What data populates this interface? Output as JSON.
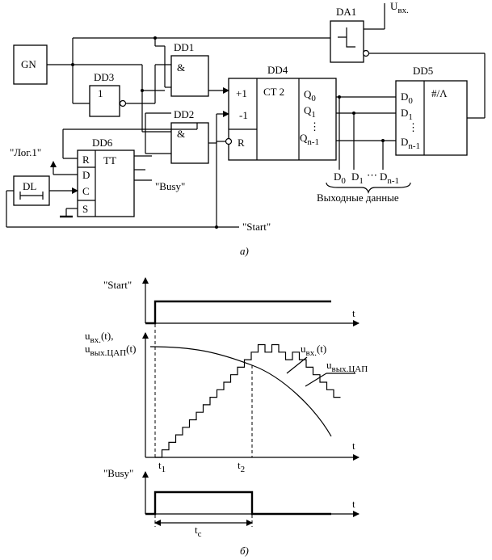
{
  "circuit": {
    "generator": "GN",
    "comparator": "DA1",
    "input_voltage": "U",
    "input_voltage_sub": "вх.",
    "dd1": {
      "name": "DD1",
      "symbol": "&"
    },
    "dd2": {
      "name": "DD2",
      "symbol": "&"
    },
    "dd3": {
      "name": "DD3",
      "symbol": "1"
    },
    "dd4": {
      "name": "DD4",
      "type": "CT 2",
      "in_up": "+1",
      "in_down": "-1",
      "in_reset": "R",
      "out_q0": "Q",
      "out_q0_sub": "0",
      "out_q1": "Q",
      "out_q1_sub": "1",
      "out_qn": "Q",
      "out_qn_sub": "n-1",
      "dots": "⋮"
    },
    "dd5": {
      "name": "DD5",
      "type": "#/Λ",
      "in_d0": "D",
      "in_d0_sub": "0",
      "in_d1": "D",
      "in_d1_sub": "1",
      "in_dn": "D",
      "in_dn_sub": "n-1",
      "dots": "⋮"
    },
    "dd6": {
      "name": "DD6",
      "type": "TT",
      "pins": [
        "R",
        "D",
        "C",
        "S"
      ]
    },
    "delay": "DL",
    "logic_one": "\"Лог.1\"",
    "busy": "\"Busy\"",
    "start": "\"Start\"",
    "out_d0": "D",
    "out_d0_sub": "0",
    "out_d1": "D",
    "out_d1_sub": "1",
    "out_dn": "D",
    "out_dn_sub": "n-1",
    "out_dots": "⋯",
    "output_data": "Выходные данные",
    "caption": "а)"
  },
  "timing": {
    "start_label": "\"Start\"",
    "signal_label_1": "u",
    "signal_label_1_sub": "вх.",
    "signal_label_1_tail": "(t),",
    "signal_label_2": "u",
    "signal_label_2_sub": "вых.ЦАП",
    "signal_label_2_tail": "(t)",
    "curve_in": "u",
    "curve_in_sub": "вх.",
    "curve_in_tail": "(t)",
    "curve_dac": "u",
    "curve_dac_sub": "вых.ЦАП",
    "t_axis": "t",
    "t1": "t",
    "t1_sub": "1",
    "t2": "t",
    "t2_sub": "2",
    "busy_label": "\"Busy\"",
    "tc": "t",
    "tc_sub": "c",
    "caption": "б)"
  }
}
